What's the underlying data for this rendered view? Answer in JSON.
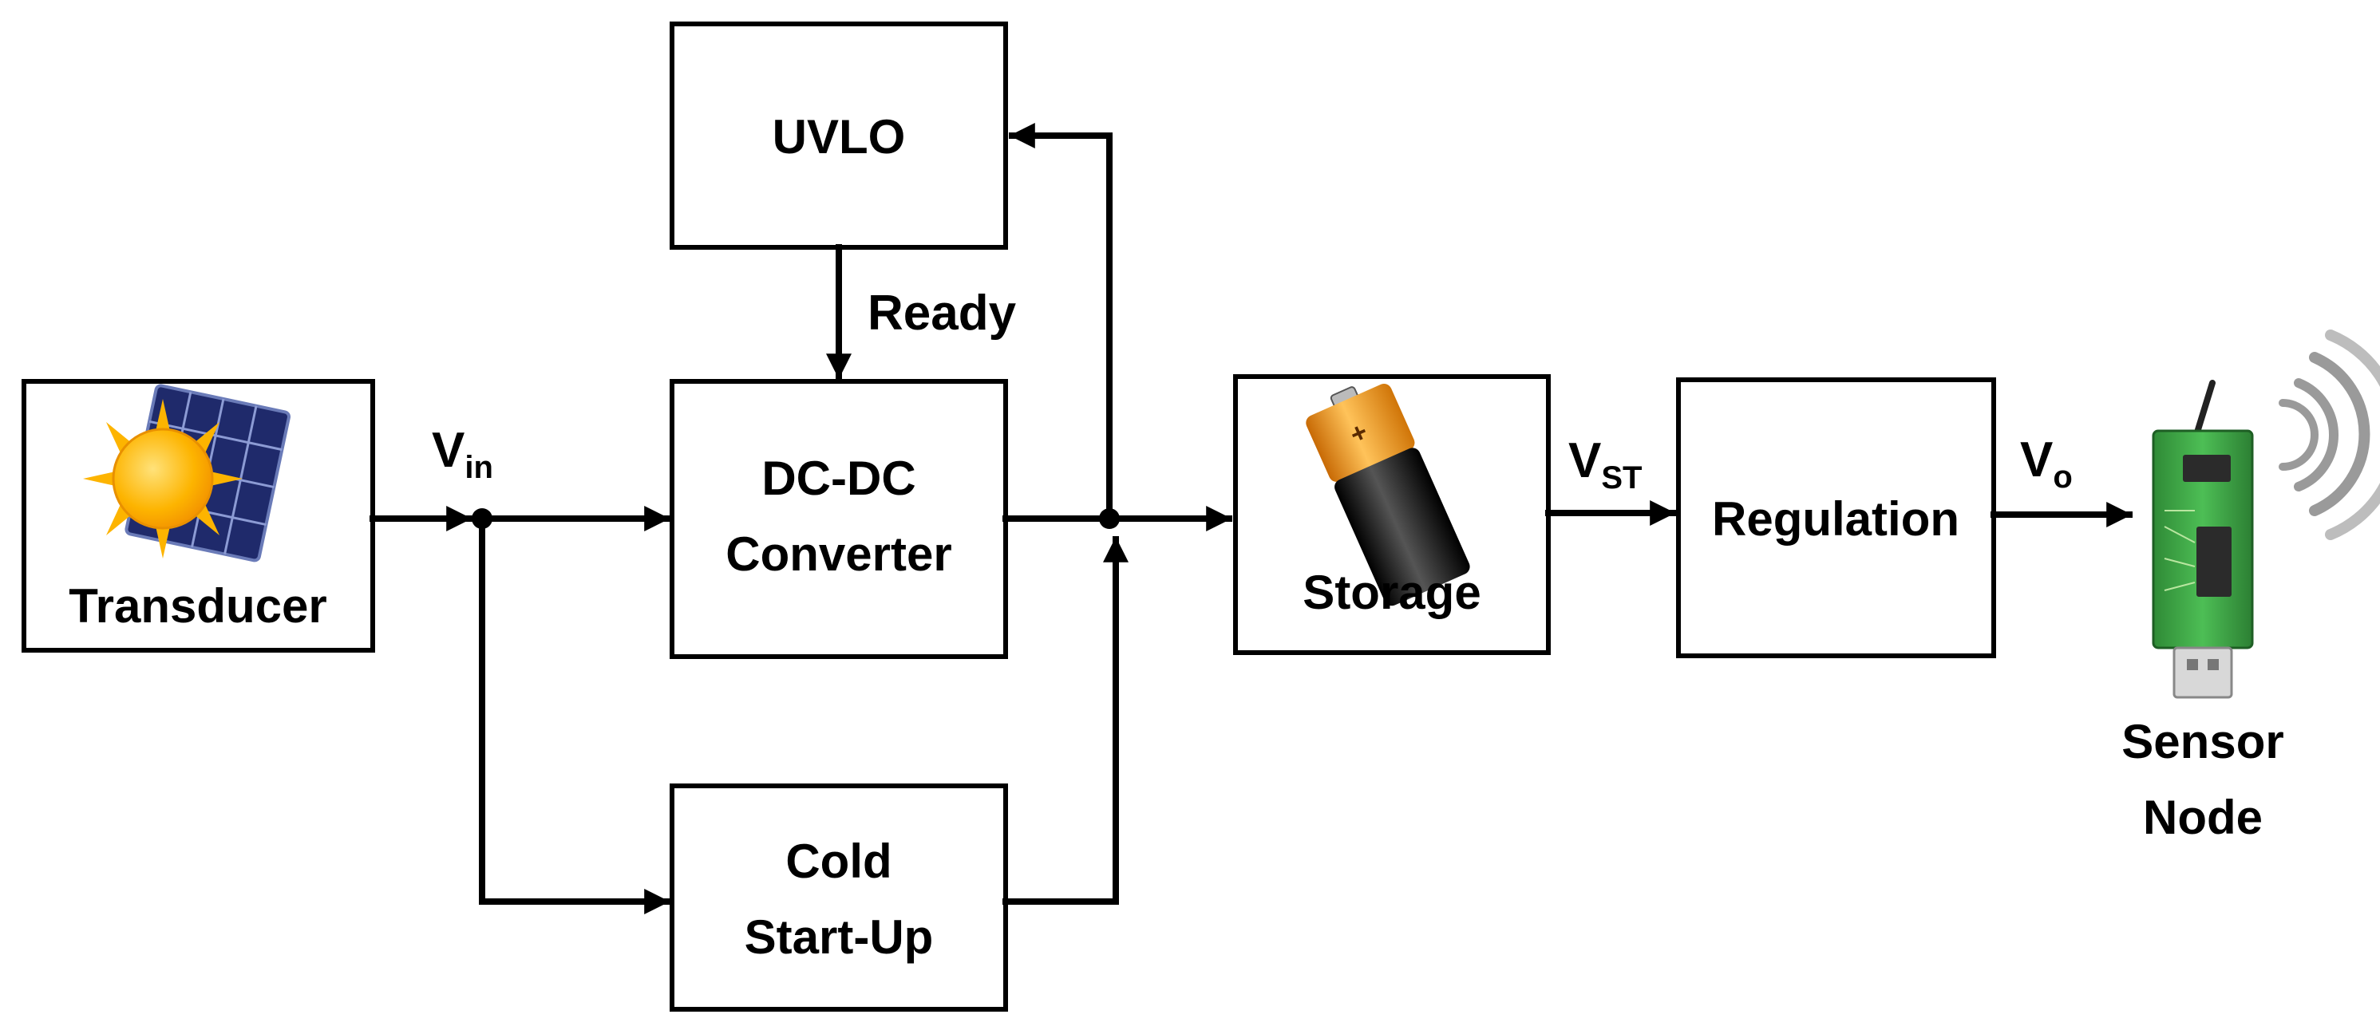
{
  "blocks": {
    "transducer": "Transducer",
    "uvlo": "UVLO",
    "dcdc_line1": "DC-DC",
    "dcdc_line2": "Converter",
    "cold_line1": "Cold",
    "cold_line2": "Start-Up",
    "storage": "Storage",
    "regulation": "Regulation",
    "sensor_line1": "Sensor",
    "sensor_line2": "Node"
  },
  "signals": {
    "ready": "Ready",
    "vin_main": "V",
    "vin_sub": "in",
    "vst_main": "V",
    "vst_sub": "ST",
    "vo_main": "V",
    "vo_sub": "o"
  },
  "icons": {
    "transducer": "solar-panel-sun-icon",
    "storage": "battery-icon",
    "sensor": "wireless-sensor-board-icon"
  },
  "colors": {
    "sun": "#FDB400",
    "panel": "#1F2A6B",
    "battery_top": "#F39A1E",
    "battery_body": "#111111",
    "board": "#3BA443"
  }
}
